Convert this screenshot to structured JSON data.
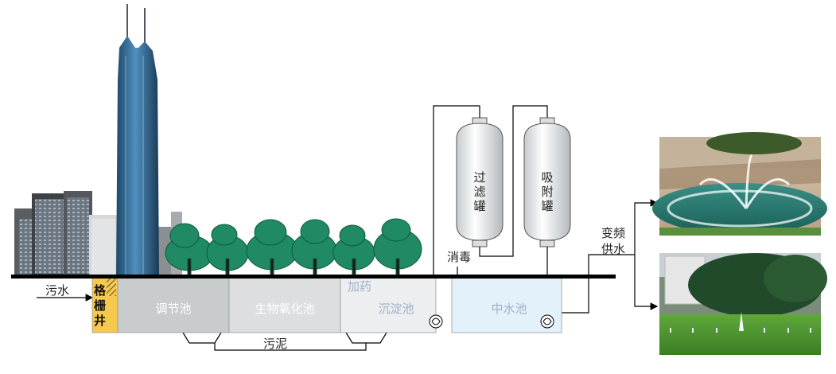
{
  "labels": {
    "sewage": "污水",
    "grille_well": "格栅井",
    "regulating_tank": "调节池",
    "bio_oxidation_tank": "生物氧化池",
    "add_chemicals": "加药",
    "sedimentation_tank": "沉淀池",
    "disinfection": "消毒",
    "filter_tank": "过滤罐",
    "adsorption_tank": "吸附罐",
    "reclaimed_water_tank": "中水池",
    "vfd_water_supply_1": "变频",
    "vfd_water_supply_2": "供水",
    "sludge": "污泥"
  },
  "colors": {
    "grille_well_fill": "#f6c84f",
    "regulating_tank_fill": "#c9cccd",
    "bio_tank_fill": "#dcdedf",
    "sedimentation_fill": "#eceeef",
    "reclaimed_fill": "#e2f1fa",
    "ground_line": "#000000",
    "tree_green": "#1f8a63",
    "tower_blue": "#2d5f88"
  },
  "icons": [
    "skyscraper-skyline",
    "trees",
    "pump-icon",
    "vessel-icon",
    "fountain-photo",
    "lawn-fountain-photo"
  ]
}
